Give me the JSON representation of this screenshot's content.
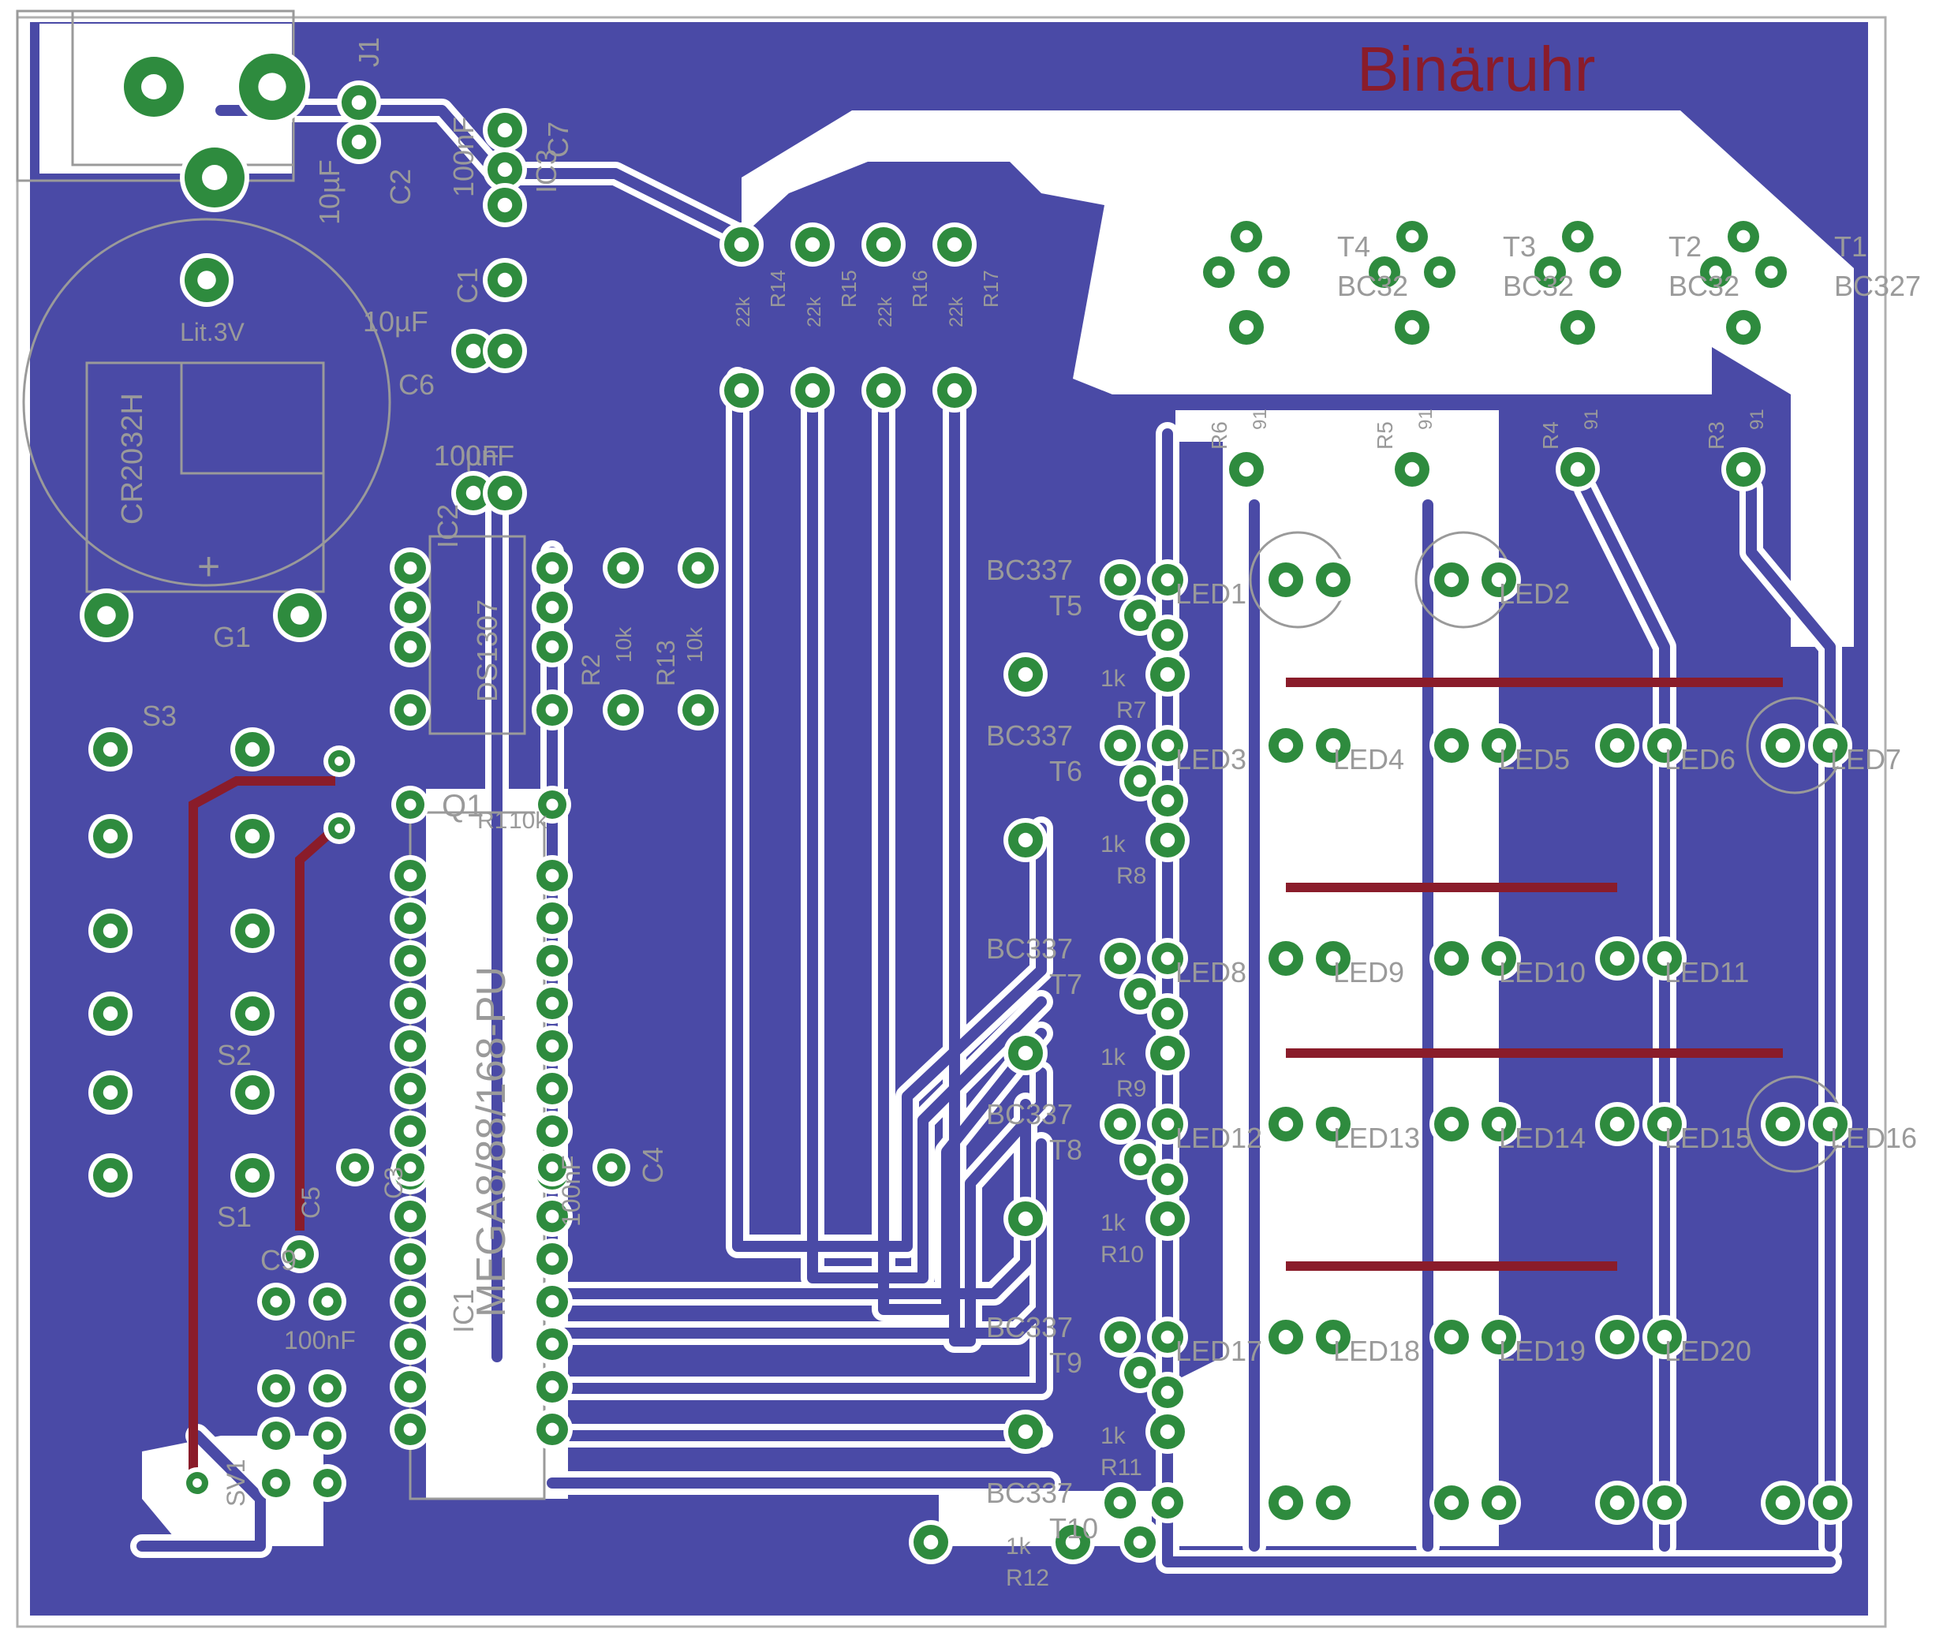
{
  "board": {
    "title": "Binäruhr",
    "colors": {
      "copper_fill": "#4a4aa6",
      "trace": "#4a4aa6",
      "clearance": "#ffffff",
      "pad": "#2e8b3e",
      "pad_hole": "#ffffff",
      "silkscreen": "#9a9a9a",
      "top_layer": "#8a1c2a",
      "outline": "#b0b0b0"
    }
  },
  "labels": {
    "j1": "J1",
    "c2": "C2",
    "c2_val": "10µF",
    "c7": "C7",
    "c7_val": "100nF",
    "ic3": "IC3",
    "c1": "C1",
    "c1_val": "10µF",
    "c6": "C6",
    "c6_val": "10µF",
    "lit": "Lit.3V",
    "cr2032": "CR2032H",
    "plus": "+",
    "g1": "G1",
    "c8_val": "100nF",
    "ic2": "IC2",
    "ds1307": "DS1307",
    "s3": "S3",
    "s2": "S2",
    "s1": "S1",
    "q1": "Q1",
    "ic1": "IC1",
    "mega": "MEGA8/88/168-PU",
    "r1": "R1",
    "r1_val": "10k",
    "r2": "R2",
    "r2_val": "10k",
    "r13": "R13",
    "r13_val": "10k",
    "c4": "C4",
    "c4_val": "100nF",
    "c5": "C5",
    "c3": "C3",
    "c9": "C9",
    "c9_val": "100nF",
    "sv1": "SV1",
    "r14": "R14",
    "r14_val": "22k",
    "r15": "R15",
    "r15_val": "22k",
    "r16": "R16",
    "r16_val": "22k",
    "r17": "R17",
    "r17_val": "22k",
    "bc327": "BC327",
    "bc32": "BC32",
    "t1": "T1",
    "t2": "T2",
    "t3": "T3",
    "t4": "T4",
    "r3": "R3",
    "r4": "R4",
    "r5": "R5",
    "r6": "R6",
    "val91": "91",
    "bc337": "BC337",
    "t5": "T5",
    "t6": "T6",
    "t7": "T7",
    "t8": "T8",
    "t9": "T9",
    "t10": "T10",
    "r7": "R7",
    "r8": "R8",
    "r9": "R9",
    "r10": "R10",
    "r11": "R11",
    "r12": "R12",
    "val1k": "1k",
    "leds": [
      "LED1",
      "LED2",
      "LED3",
      "LED4",
      "LED5",
      "LED6",
      "LED7",
      "LED8",
      "LED9",
      "LED10",
      "LED11",
      "LED12",
      "LED13",
      "LED14",
      "LED15",
      "LED16",
      "LED17",
      "LED18",
      "LED19",
      "LED20"
    ]
  }
}
